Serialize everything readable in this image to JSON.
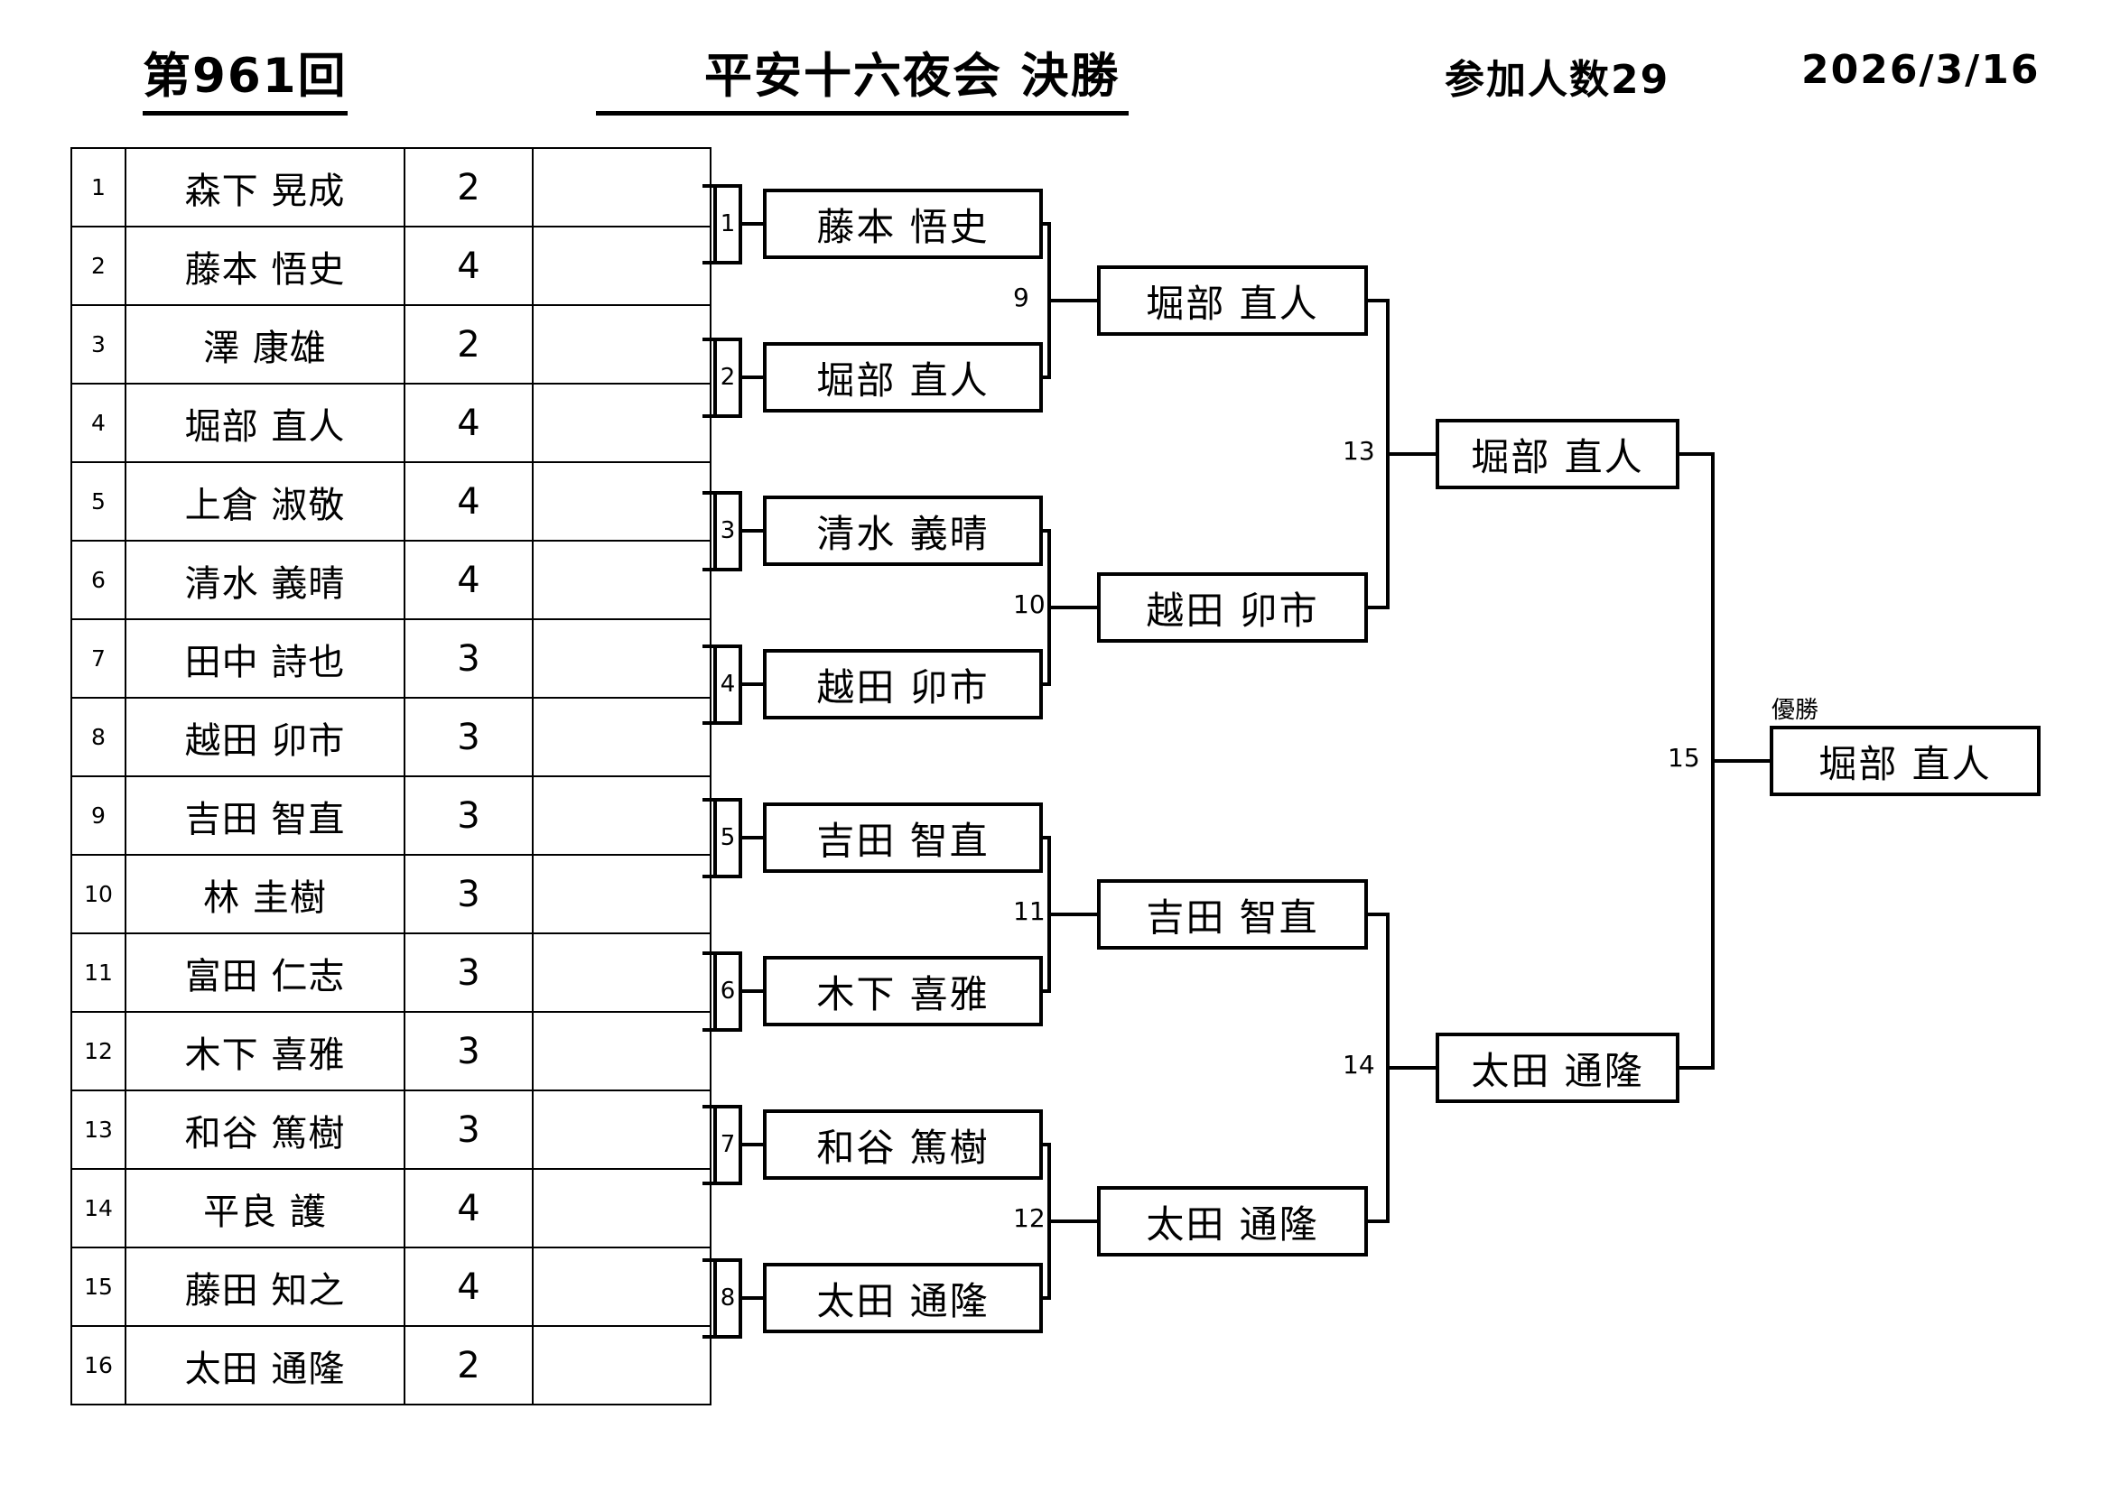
{
  "header": {
    "round_label": "第961回",
    "event_title": "平安十六夜会 決勝",
    "participants": "参加人数29",
    "date": "2026/3/16"
  },
  "entry_table": {
    "rows": [
      {
        "no": "1",
        "name": "森下  晃成",
        "score": "2",
        "extra": ""
      },
      {
        "no": "2",
        "name": "藤本  悟史",
        "score": "4",
        "extra": ""
      },
      {
        "no": "3",
        "name": "澤  康雄",
        "score": "2",
        "extra": ""
      },
      {
        "no": "4",
        "name": "堀部  直人",
        "score": "4",
        "extra": ""
      },
      {
        "no": "5",
        "name": "上倉  淑敬",
        "score": "4",
        "extra": ""
      },
      {
        "no": "6",
        "name": "清水  義晴",
        "score": "4",
        "extra": ""
      },
      {
        "no": "7",
        "name": "田中  詩也",
        "score": "3",
        "extra": ""
      },
      {
        "no": "8",
        "name": "越田  卯市",
        "score": "3",
        "extra": ""
      },
      {
        "no": "9",
        "name": "吉田  智直",
        "score": "3",
        "extra": ""
      },
      {
        "no": "10",
        "name": "林  圭樹",
        "score": "3",
        "extra": ""
      },
      {
        "no": "11",
        "name": "富田  仁志",
        "score": "3",
        "extra": ""
      },
      {
        "no": "12",
        "name": "木下  喜雅",
        "score": "3",
        "extra": ""
      },
      {
        "no": "13",
        "name": "和谷  篤樹",
        "score": "3",
        "extra": ""
      },
      {
        "no": "14",
        "name": "平良    護",
        "score": "4",
        "extra": ""
      },
      {
        "no": "15",
        "name": "藤田  知之",
        "score": "4",
        "extra": ""
      },
      {
        "no": "16",
        "name": "太田  通隆",
        "score": "2",
        "extra": ""
      }
    ]
  },
  "bracket": {
    "round1": [
      {
        "match_no": "1",
        "winner": "藤本  悟史"
      },
      {
        "match_no": "2",
        "winner": "堀部  直人"
      },
      {
        "match_no": "3",
        "winner": "清水  義晴"
      },
      {
        "match_no": "4",
        "winner": "越田  卯市"
      },
      {
        "match_no": "5",
        "winner": "吉田  智直"
      },
      {
        "match_no": "6",
        "winner": "木下  喜雅"
      },
      {
        "match_no": "7",
        "winner": "和谷  篤樹"
      },
      {
        "match_no": "8",
        "winner": "太田  通隆"
      }
    ],
    "round2": [
      {
        "match_no": "9",
        "winner": "堀部  直人"
      },
      {
        "match_no": "10",
        "winner": "越田  卯市"
      },
      {
        "match_no": "11",
        "winner": "吉田  智直"
      },
      {
        "match_no": "12",
        "winner": "太田  通隆"
      }
    ],
    "round3": [
      {
        "match_no": "13",
        "winner": "堀部  直人"
      },
      {
        "match_no": "14",
        "winner": "太田  通隆"
      }
    ],
    "final": {
      "match_no": "15",
      "winner": "堀部  直人",
      "label": "優勝"
    }
  },
  "colors": {
    "line": "#000000",
    "background": "#ffffff"
  }
}
